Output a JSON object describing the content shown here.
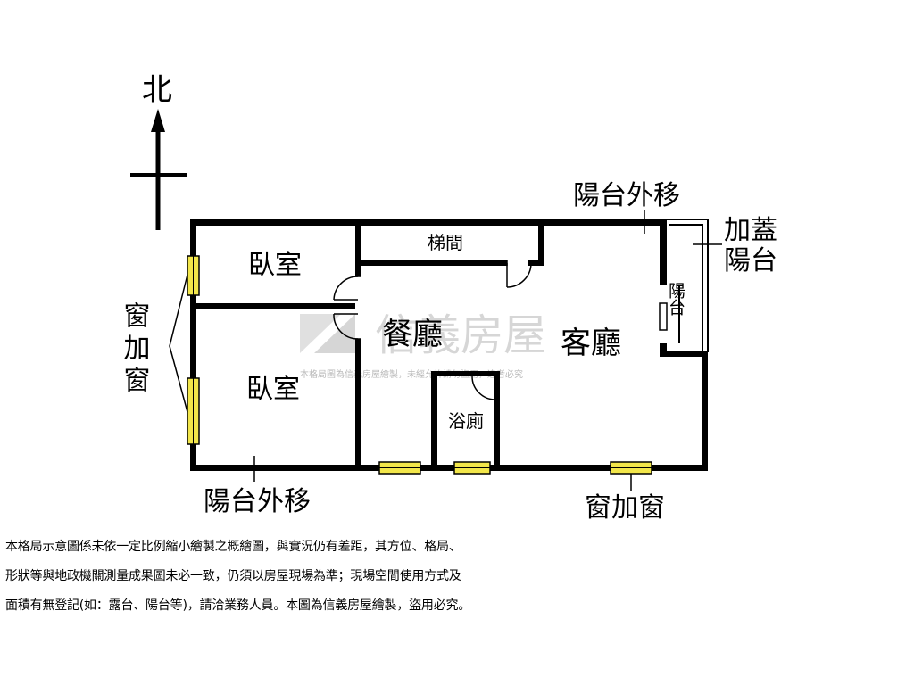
{
  "compass": {
    "north_label": "北"
  },
  "rooms": {
    "bedroom_upper": "臥室",
    "bedroom_lower": "臥室",
    "stairwell": "梯間",
    "dining": "餐廳",
    "living": "客廳",
    "bathroom": "浴廁",
    "balcony": "陽台"
  },
  "annotations": {
    "balcony_moved_top": "陽台外移",
    "balcony_moved_bottom": "陽台外移",
    "added_balcony_line1": "加蓋",
    "added_balcony_line2": "陽台",
    "window_added_left": "窗加窗",
    "window_added_bottom": "窗加窗"
  },
  "watermark": {
    "brand": "信義房屋",
    "notice": "本格局圖為信義房屋繪製，未經允許請勿盜用，違者必究"
  },
  "disclaimer": {
    "line1": "本格局示意圖係未依一定比例縮小繪製之概繪圖，與實況仍有差距，其方位、格局、",
    "line2": "形狀等與地政機關測量成果圖未必一致，仍須以房屋現場為準；現場空間使用方式及",
    "line3": "面積有無登記(如：露台、陽台等)，請洽業務人員。本圖為信義房屋繪製，盜用必究。"
  },
  "colors": {
    "wall": "#000000",
    "window_fill": "#f2e64a",
    "watermark": "#c8c8c8"
  }
}
